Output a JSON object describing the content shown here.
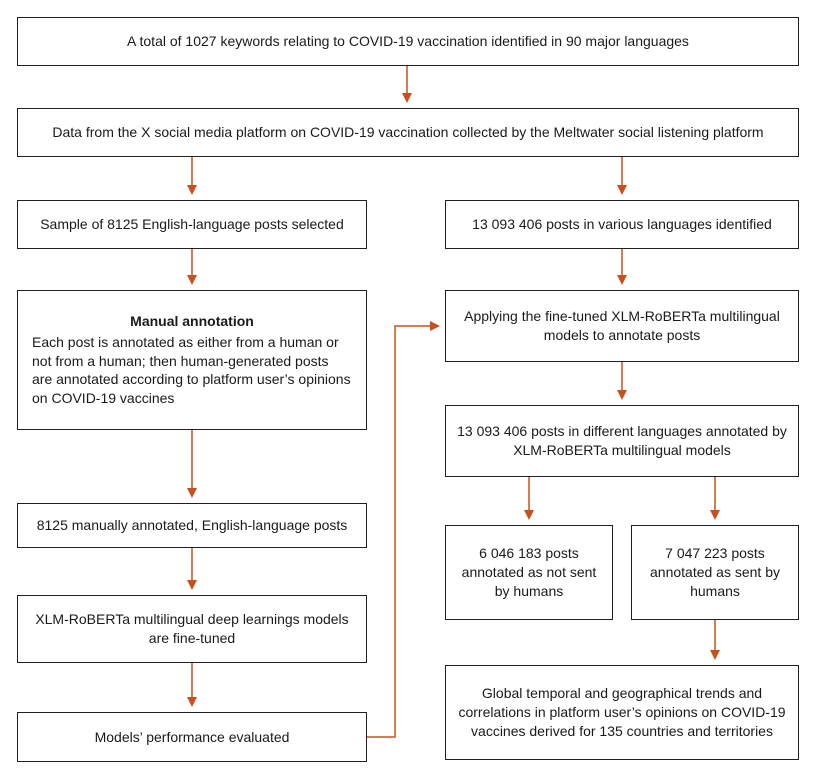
{
  "nodes": {
    "keywords": "A total of 1027 keywords relating to COVID-19 vaccination identified in 90 major languages",
    "data_collected": "Data from the X social media platform on COVID-19 vaccination collected by the Meltwater social listening platform",
    "sample": "Sample of 8125 English-language posts selected",
    "posts_identified": "13 093 406 posts in various languages identified",
    "manual_title": "Manual annotation",
    "manual_body": "Each post is annotated as either from a human or not from a human; then human-generated posts are annotated according to platform user’s opinions on COVID-19 vaccines",
    "applying_models": "Applying the fine-tuned XLM-RoBERTa multilingual models to annotate posts",
    "posts_annotated": "13 093 406 posts in different languages annotated by XLM-RoBERTa multilingual models",
    "manually_annotated": "8125 manually annotated, English-language posts",
    "not_humans": "6 046 183 posts annotated as not sent by humans",
    "by_humans": "7 047 223 posts annotated as sent by humans",
    "fine_tuned": "XLM-RoBERTa multilingual deep learnings models are fine-tuned",
    "trends": "Global temporal and geographical trends and correlations in platform user’s opinions on COVID-19 vaccines derived for 135 countries and territories",
    "performance": "Models’ performance evaluated"
  },
  "colors": {
    "arrow": "#c8501e",
    "border": "#231f20"
  }
}
